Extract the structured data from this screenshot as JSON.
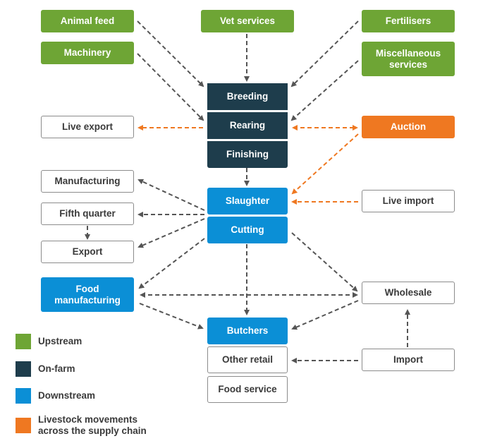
{
  "colors": {
    "upstream": "#6ea535",
    "on_farm": "#1e3d4c",
    "downstream": "#0b8fd6",
    "livestock_movement": "#ef7821",
    "arrow_grey": "#555555",
    "outline_border": "#8c8c8c"
  },
  "nodes": {
    "animal_feed": "Animal feed",
    "vet_services": "Vet services",
    "fertilisers": "Fertilisers",
    "machinery": "Machinery",
    "misc_services": "Miscellaneous\nservices",
    "breeding": "Breeding",
    "rearing": "Rearing",
    "finishing": "Finishing",
    "live_export": "Live export",
    "auction": "Auction",
    "manufacturing": "Manufacturing",
    "fifth_quarter": "Fifth quarter",
    "export": "Export",
    "slaughter": "Slaughter",
    "cutting": "Cutting",
    "live_import": "Live import",
    "food_manufacturing": "Food\nmanufacturing",
    "wholesale": "Wholesale",
    "butchers": "Butchers",
    "other_retail": "Other retail",
    "food_service": "Food service",
    "import": "Import"
  },
  "legend": [
    {
      "label": "Upstream",
      "color": "#6ea535"
    },
    {
      "label": "On-farm",
      "color": "#1e3d4c"
    },
    {
      "label": "Downstream",
      "color": "#0b8fd6"
    },
    {
      "label": "Livestock movements\nacross the supply chain",
      "color": "#ef7821"
    }
  ]
}
